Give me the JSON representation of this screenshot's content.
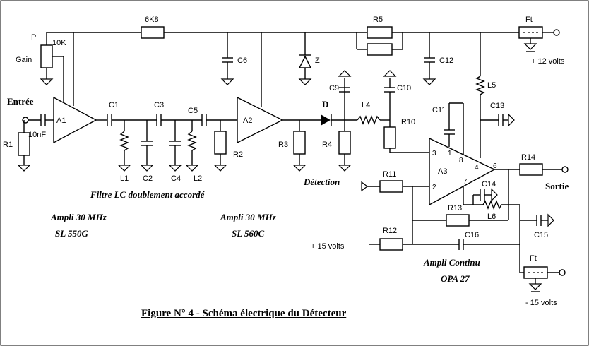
{
  "figure": {
    "title": "Figure N° 4 -  Schéma électrique du Détecteur",
    "captions": {
      "filter": "Filtre LC doublement accordé",
      "detection": "Détection",
      "ampli1_line1": "Ampli 30 MHz",
      "ampli1_line2": "SL 550G",
      "ampli2_line1": "Ampli 30 MHz",
      "ampli2_line2": "SL 560C",
      "ampli3_line1": "Ampli Continu",
      "ampli3_line2": "OPA 27"
    },
    "ports": {
      "input": "Entrée",
      "output": "Sortie",
      "plus12": "+ 12 volts",
      "plus15": "+ 15 volts",
      "minus15": "- 15 volts"
    },
    "labels": {
      "P": "P",
      "gain": "Gain",
      "pot_value": "10K",
      "r_6k8": "6K8",
      "c_10nf": "10nF",
      "R1": "R1",
      "R2": "R2",
      "R3": "R3",
      "R4": "R4",
      "R5": "R5",
      "R10": "R10",
      "R11": "R11",
      "R12": "R12",
      "R13": "R13",
      "R14": "R14",
      "C1": "C1",
      "C2": "C2",
      "C3": "C3",
      "C4": "C4",
      "C5": "C5",
      "C6": "C6",
      "C9": "C9",
      "C10": "C10",
      "C11": "C11",
      "C12": "C12",
      "C13": "C13",
      "C14": "C14",
      "C15": "C15",
      "C16": "C16",
      "L1": "L1",
      "L2": "L2",
      "L4": "L4",
      "L5": "L5",
      "L6": "L6",
      "A1": "A1",
      "A2": "A2",
      "A3": "A3",
      "D": "D",
      "Z": "Z",
      "Ft1": "Ft",
      "Ft2": "Ft",
      "pin1": "1",
      "pin2": "2",
      "pin3": "3",
      "pin4": "4",
      "pin6": "6",
      "pin7": "7",
      "pin8": "8"
    }
  }
}
